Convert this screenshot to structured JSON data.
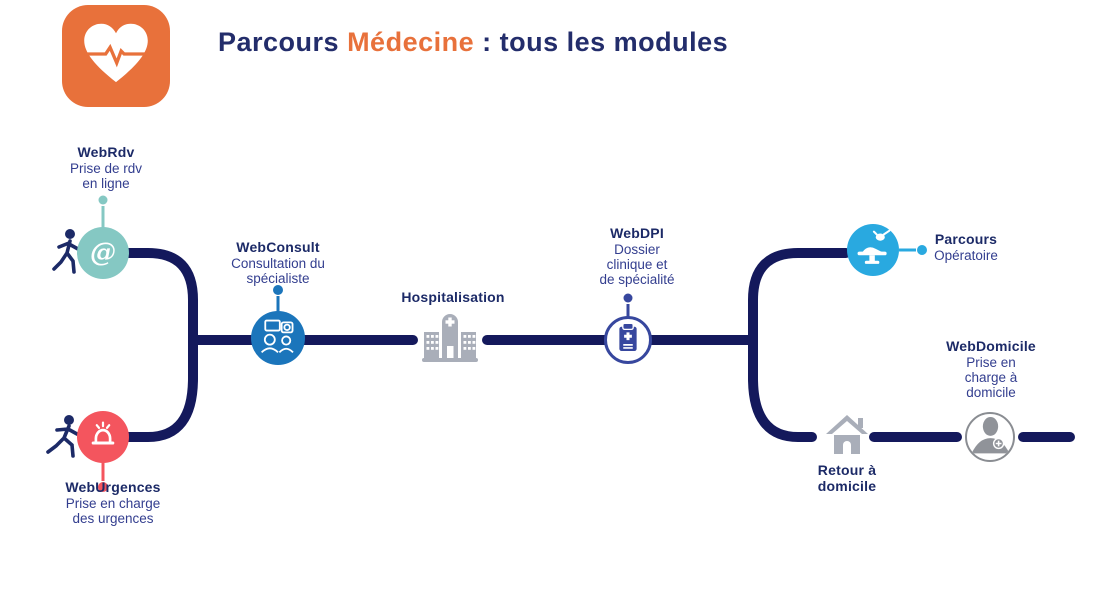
{
  "header": {
    "logo_icon": "heart-pulse-icon",
    "title_part1": "Parcours ",
    "title_accent": "Médecine",
    "title_part2": " : tous les modules"
  },
  "palette": {
    "accent_orange": "#e8713b",
    "connector_navy": "#14195c",
    "title_navy": "#1c2a67",
    "subtitle_blue": "#333e8f",
    "teal": "#85c8c3",
    "coral": "#f4555e",
    "blue": "#1b75bb",
    "indigo": "#37479e",
    "light_blue": "#29a9e0",
    "icon_gray": "#a9aeb9"
  },
  "nodes": {
    "webrdv": {
      "title": "WebRdv",
      "subtitle": [
        "Prise de rdv",
        "en ligne"
      ],
      "symbol": "@",
      "icon": "at-sign-icon"
    },
    "weburgences": {
      "title": "WebUrgences",
      "subtitle": [
        "Prise en charge",
        "des urgences"
      ],
      "icon": "emergency-siren-icon"
    },
    "webconsult": {
      "title": "WebConsult",
      "subtitle": [
        "Consultation du",
        "spécialiste"
      ],
      "icon": "teleconsultation-icon"
    },
    "hospitalisation": {
      "title": "Hospitalisation",
      "icon": "hospital-building-icon"
    },
    "webdpi": {
      "title": "WebDPI",
      "subtitle": [
        "Dossier",
        "clinique et",
        "de spécialité"
      ],
      "icon": "medical-record-clipboard-icon"
    },
    "parcours_operatoire": {
      "title": "Parcours",
      "subtitle": [
        "Opératoire"
      ],
      "icon": "operating-room-icon"
    },
    "retour_domicile": {
      "title_lines": [
        "Retour à",
        "domicile"
      ],
      "icon": "home-icon"
    },
    "webdomicile": {
      "title": "WebDomicile",
      "subtitle": [
        "Prise en",
        "charge à",
        "domicile"
      ],
      "icon": "caregiver-icon"
    }
  }
}
